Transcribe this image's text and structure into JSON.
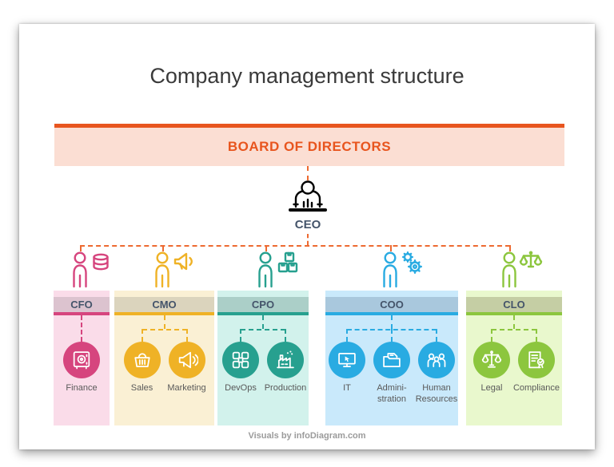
{
  "page": {
    "title": "Company management structure",
    "footer": "Visuals by infoDiagram.com"
  },
  "board": {
    "label": "BOARD OF DIRECTORS",
    "accent": "#E8551E",
    "bg": "#FBDED3"
  },
  "connector_color": "#ED6A31",
  "ceo": {
    "label": "CEO",
    "icon": "ceo-desk-icon"
  },
  "branches": [
    {
      "label": "CFO",
      "icon": "person-coins-icon",
      "accent": "#D6457E",
      "band": "#DCC3CF",
      "bg": "#FADCE9",
      "items": [
        {
          "label": "Finance",
          "icon": "safe-icon"
        }
      ]
    },
    {
      "label": "CMO",
      "icon": "person-megaphone-icon",
      "accent": "#EFB226",
      "band": "#DBD4BD",
      "bg": "#FAF0D4",
      "items": [
        {
          "label": "Sales",
          "icon": "basket-icon"
        },
        {
          "label": "Marketing",
          "icon": "megaphone-icon"
        }
      ]
    },
    {
      "label": "CPO",
      "icon": "person-boxes-icon",
      "accent": "#27A08F",
      "band": "#ABCFC8",
      "bg": "#D2F2EC",
      "items": [
        {
          "label": "DevOps",
          "icon": "modules-icon"
        },
        {
          "label": "Production",
          "icon": "factory-icon"
        }
      ]
    },
    {
      "label": "COO",
      "icon": "person-gears-icon",
      "accent": "#29ABE2",
      "band": "#A9C8DD",
      "bg": "#C9E9FB",
      "items": [
        {
          "label": "IT",
          "icon": "monitor-icon"
        },
        {
          "label": "Admini-stration",
          "icon": "folder-icon"
        },
        {
          "label": "Human Resources",
          "icon": "people-icon"
        }
      ]
    },
    {
      "label": "CLO",
      "icon": "person-scales-icon",
      "accent": "#8CC63E",
      "band": "#C5CEA4",
      "bg": "#E9F8CD",
      "items": [
        {
          "label": "Legal",
          "icon": "justice-scales-icon"
        },
        {
          "label": "Compliance",
          "icon": "certificate-icon"
        }
      ]
    }
  ]
}
